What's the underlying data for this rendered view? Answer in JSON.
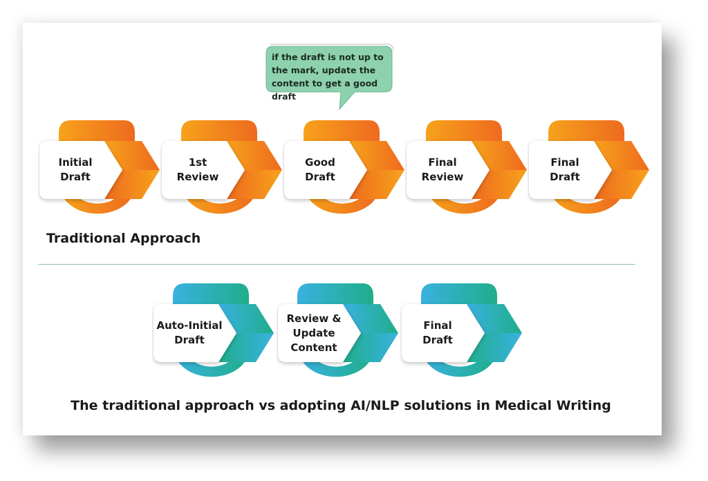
{
  "callout": {
    "text": "if the draft is not up to the mark, update the content to get a good draft",
    "color": "#8dd1ae"
  },
  "traditional": {
    "title": "Traditional Approach",
    "gradient": [
      "#f7a21b",
      "#ee6a1f"
    ],
    "steps": [
      {
        "label": "Initial\nDraft"
      },
      {
        "label": "1st\nReview"
      },
      {
        "label": "Good\nDraft"
      },
      {
        "label": "Final\nReview"
      },
      {
        "label": "Final\nDraft"
      }
    ]
  },
  "ai": {
    "gradient": [
      "#3ab1e0",
      "#1fae8a"
    ],
    "steps": [
      {
        "label": "Auto-Initial\nDraft"
      },
      {
        "label": "Review &\nUpdate\nContent"
      },
      {
        "label": "Final\nDraft"
      }
    ]
  },
  "caption": "The traditional approach vs adopting AI/NLP solutions in Medical Writing"
}
